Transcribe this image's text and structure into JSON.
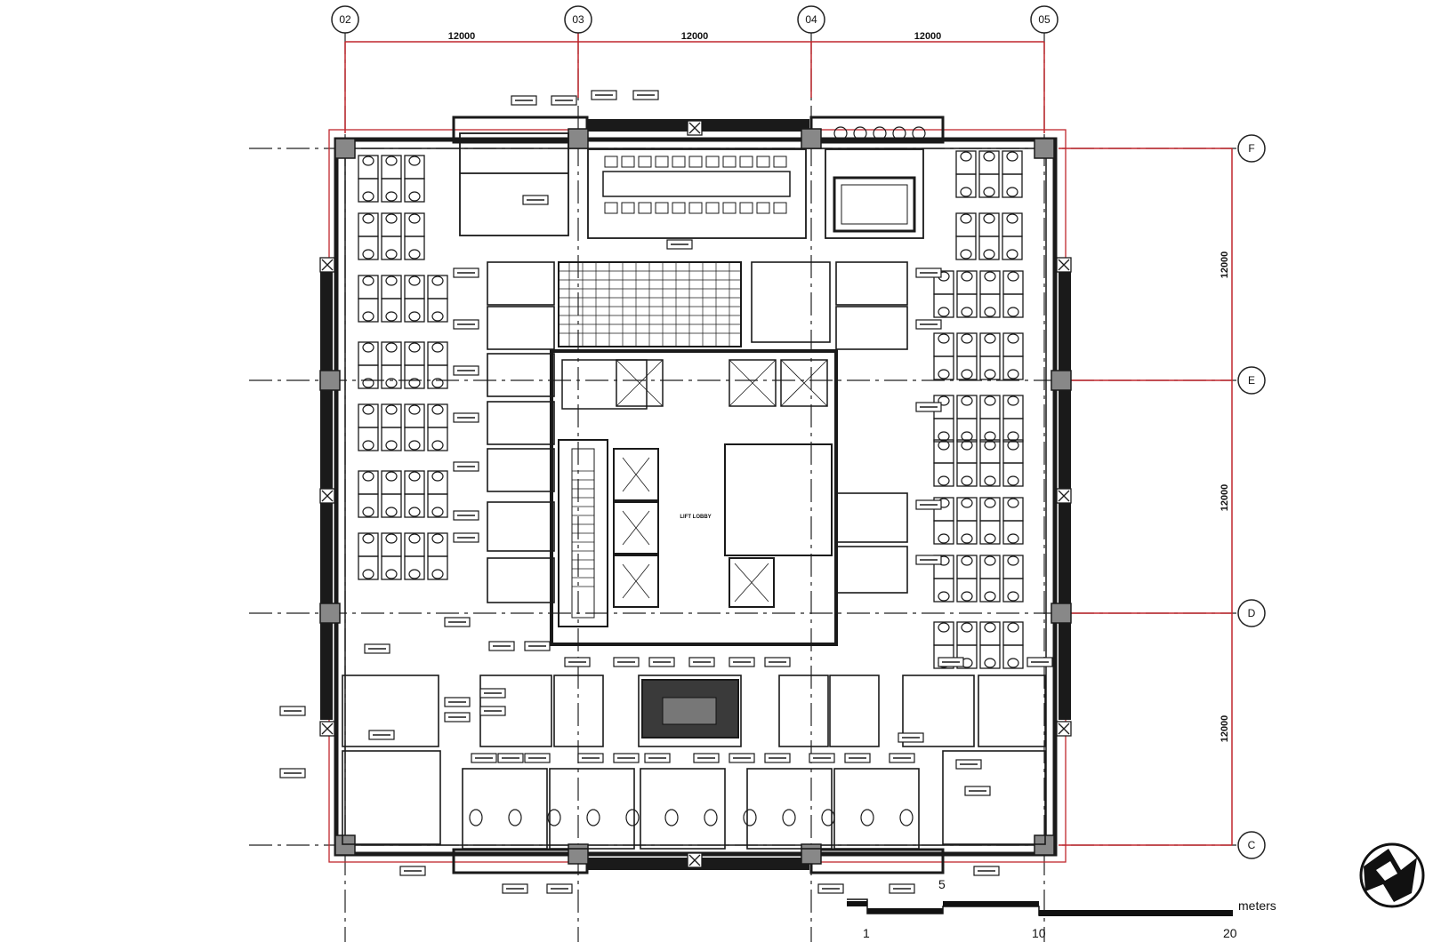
{
  "grid": {
    "columns": [
      "02",
      "03",
      "04",
      "05"
    ],
    "rows": [
      "F",
      "E",
      "D",
      "C"
    ]
  },
  "dimensions": {
    "top": [
      "12000",
      "12000",
      "12000"
    ],
    "right": [
      "12000",
      "12000",
      "12000"
    ]
  },
  "rooms": {
    "lift_lobby": "LIFT LOBBY"
  },
  "scale_bar": {
    "unit": "meters",
    "ticks": [
      "1",
      "10",
      "20"
    ],
    "small_label": "5"
  },
  "colors": {
    "dimension_line": "#c0272d",
    "linework": "#1a1a1a",
    "grid_line": "#222222"
  },
  "icons": {
    "north": "north-arrow-icon"
  }
}
